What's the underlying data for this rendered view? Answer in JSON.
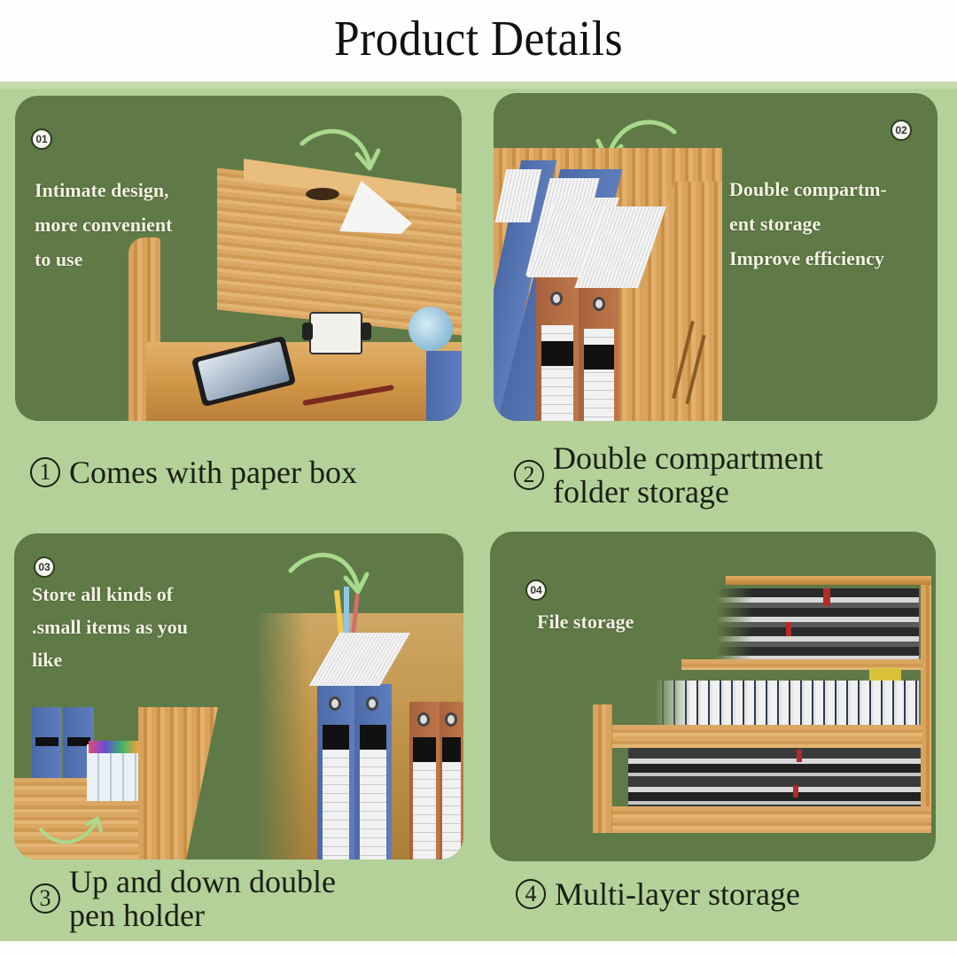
{
  "header": {
    "title": "Product Details"
  },
  "colors": {
    "background_green": "#b4d19a",
    "panel_green": "#5f7a47",
    "panel_text": "#f3f1e1",
    "caption_text": "#1a1f14",
    "arrow_green": "#a9d98c"
  },
  "panels": [
    {
      "badge": "01",
      "lines": [
        "Intimate design,",
        "more convenient",
        "to use"
      ],
      "image": "wooden desk organizer with tissue box compartment, phone, rolodex and globe",
      "icon": "curved-arrow-icon"
    },
    {
      "badge": "02",
      "lines": [
        "Double compartm-",
        "ent storage",
        "Improve efficiency"
      ],
      "image": "wooden double compartment file holder with blue and brown binders",
      "icon": "curved-arrow-icon"
    },
    {
      "badge": "03",
      "lines": [
        "Store all kinds of",
        ".small items as you",
        "like"
      ],
      "image": "organizer with pen holders, markers and binders",
      "icon": "curved-arrow-icon"
    },
    {
      "badge": "04",
      "lines": [
        "File storage"
      ],
      "image": "multi-layer wooden shelf with stacked notebooks and files"
    }
  ],
  "captions": [
    {
      "num": "1",
      "lines": [
        "Comes with paper box"
      ]
    },
    {
      "num": "2",
      "lines": [
        "Double compartment",
        "folder storage"
      ]
    },
    {
      "num": "3",
      "lines": [
        "Up and down double",
        "pen holder"
      ]
    },
    {
      "num": "4",
      "lines": [
        "Multi-layer storage"
      ]
    }
  ]
}
